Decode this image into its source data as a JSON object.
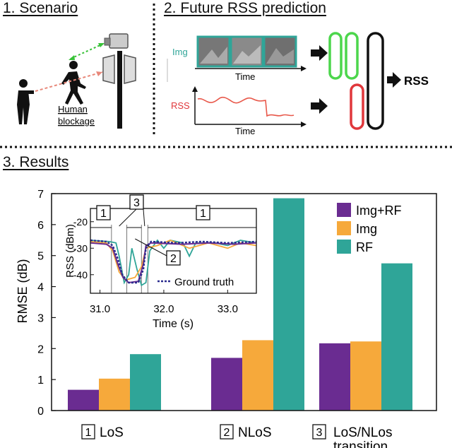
{
  "sections": {
    "scenario": "1. Scenario",
    "prediction": "2. Future RSS prediction",
    "results": "3. Results"
  },
  "scenario": {
    "blockage_line1": "Human",
    "blockage_line2": "blockage"
  },
  "prediction": {
    "img_label": "Img",
    "rss_label": "RSS",
    "time_label_top": "Time",
    "time_label_bottom": "Time",
    "output_label": "RSS"
  },
  "colors": {
    "img_rf": "#6a2c91",
    "img": "#f6a93b",
    "rf": "#2fa598",
    "ground_truth": "#2b2d8f",
    "green": "#4cd64c",
    "red": "#e0373b"
  },
  "chart_data": {
    "type": "bar",
    "categories": [
      "LoS",
      "NLoS",
      "LoS/NLos transition"
    ],
    "category_markers": [
      "1",
      "2",
      "3"
    ],
    "category_label_lines": [
      [
        "LoS"
      ],
      [
        "NLoS"
      ],
      [
        "LoS/NLos",
        "transition"
      ]
    ],
    "series": [
      {
        "name": "Img+RF",
        "values": [
          0.67,
          1.7,
          2.17
        ]
      },
      {
        "name": "Img",
        "values": [
          1.03,
          2.27,
          2.23
        ]
      },
      {
        "name": "RF",
        "values": [
          1.82,
          6.85,
          4.75
        ]
      }
    ],
    "ylabel": "RMSE (dB)",
    "ylim": [
      0,
      7
    ],
    "yticks": [
      "0",
      "1",
      "2",
      "3",
      "4",
      "5",
      "6",
      "7"
    ],
    "legend": "top-right",
    "inset": {
      "type": "line",
      "xlabel": "Time (s)",
      "ylabel": "RSS (dBm)",
      "xticks": [
        "31.0",
        "32.0",
        "33.0"
      ],
      "yticks": [
        "-20",
        "-30",
        "-40"
      ],
      "xlim": [
        30.85,
        33.45
      ],
      "ylim": [
        -47,
        -15
      ],
      "region_markers": [
        "1",
        "3",
        "1",
        "2"
      ],
      "legend": "Ground truth",
      "ground_truth": [
        [
          30.85,
          -27
        ],
        [
          31.1,
          -27.5
        ],
        [
          31.2,
          -29
        ],
        [
          31.28,
          -34
        ],
        [
          31.35,
          -40
        ],
        [
          31.45,
          -43
        ],
        [
          31.6,
          -43
        ],
        [
          31.68,
          -38
        ],
        [
          31.72,
          -30
        ],
        [
          31.8,
          -27.5
        ],
        [
          32.2,
          -28
        ],
        [
          32.6,
          -27.5
        ],
        [
          33.0,
          -28
        ],
        [
          33.45,
          -27.5
        ]
      ],
      "img_rf": [
        [
          30.85,
          -28
        ],
        [
          31.1,
          -28.5
        ],
        [
          31.2,
          -30
        ],
        [
          31.28,
          -36
        ],
        [
          31.36,
          -41
        ],
        [
          31.45,
          -43
        ],
        [
          31.6,
          -42.5
        ],
        [
          31.68,
          -36
        ],
        [
          31.72,
          -29
        ],
        [
          31.8,
          -28
        ],
        [
          32.3,
          -28.5
        ],
        [
          32.7,
          -28
        ],
        [
          33.1,
          -28.5
        ],
        [
          33.45,
          -28
        ]
      ],
      "img": [
        [
          30.85,
          -27.5
        ],
        [
          31.1,
          -28
        ],
        [
          31.2,
          -31
        ],
        [
          31.3,
          -39
        ],
        [
          31.4,
          -42
        ],
        [
          31.55,
          -41
        ],
        [
          31.65,
          -37
        ],
        [
          31.72,
          -30
        ],
        [
          31.9,
          -29
        ],
        [
          32.1,
          -27
        ],
        [
          32.4,
          -30
        ],
        [
          32.7,
          -28
        ],
        [
          33.0,
          -30
        ],
        [
          33.2,
          -28
        ],
        [
          33.45,
          -29
        ]
      ],
      "rf": [
        [
          30.85,
          -27
        ],
        [
          31.15,
          -27.5
        ],
        [
          31.25,
          -28
        ],
        [
          31.3,
          -33
        ],
        [
          31.38,
          -43
        ],
        [
          31.45,
          -40
        ],
        [
          31.5,
          -30
        ],
        [
          31.58,
          -38
        ],
        [
          31.65,
          -44
        ],
        [
          31.72,
          -43
        ],
        [
          31.78,
          -31
        ],
        [
          31.9,
          -27
        ],
        [
          32.0,
          -30
        ],
        [
          32.1,
          -27
        ],
        [
          32.3,
          -28
        ],
        [
          32.4,
          -33
        ],
        [
          32.5,
          -28
        ],
        [
          32.8,
          -28
        ],
        [
          33.0,
          -29
        ],
        [
          33.2,
          -27
        ],
        [
          33.45,
          -28
        ]
      ]
    }
  }
}
